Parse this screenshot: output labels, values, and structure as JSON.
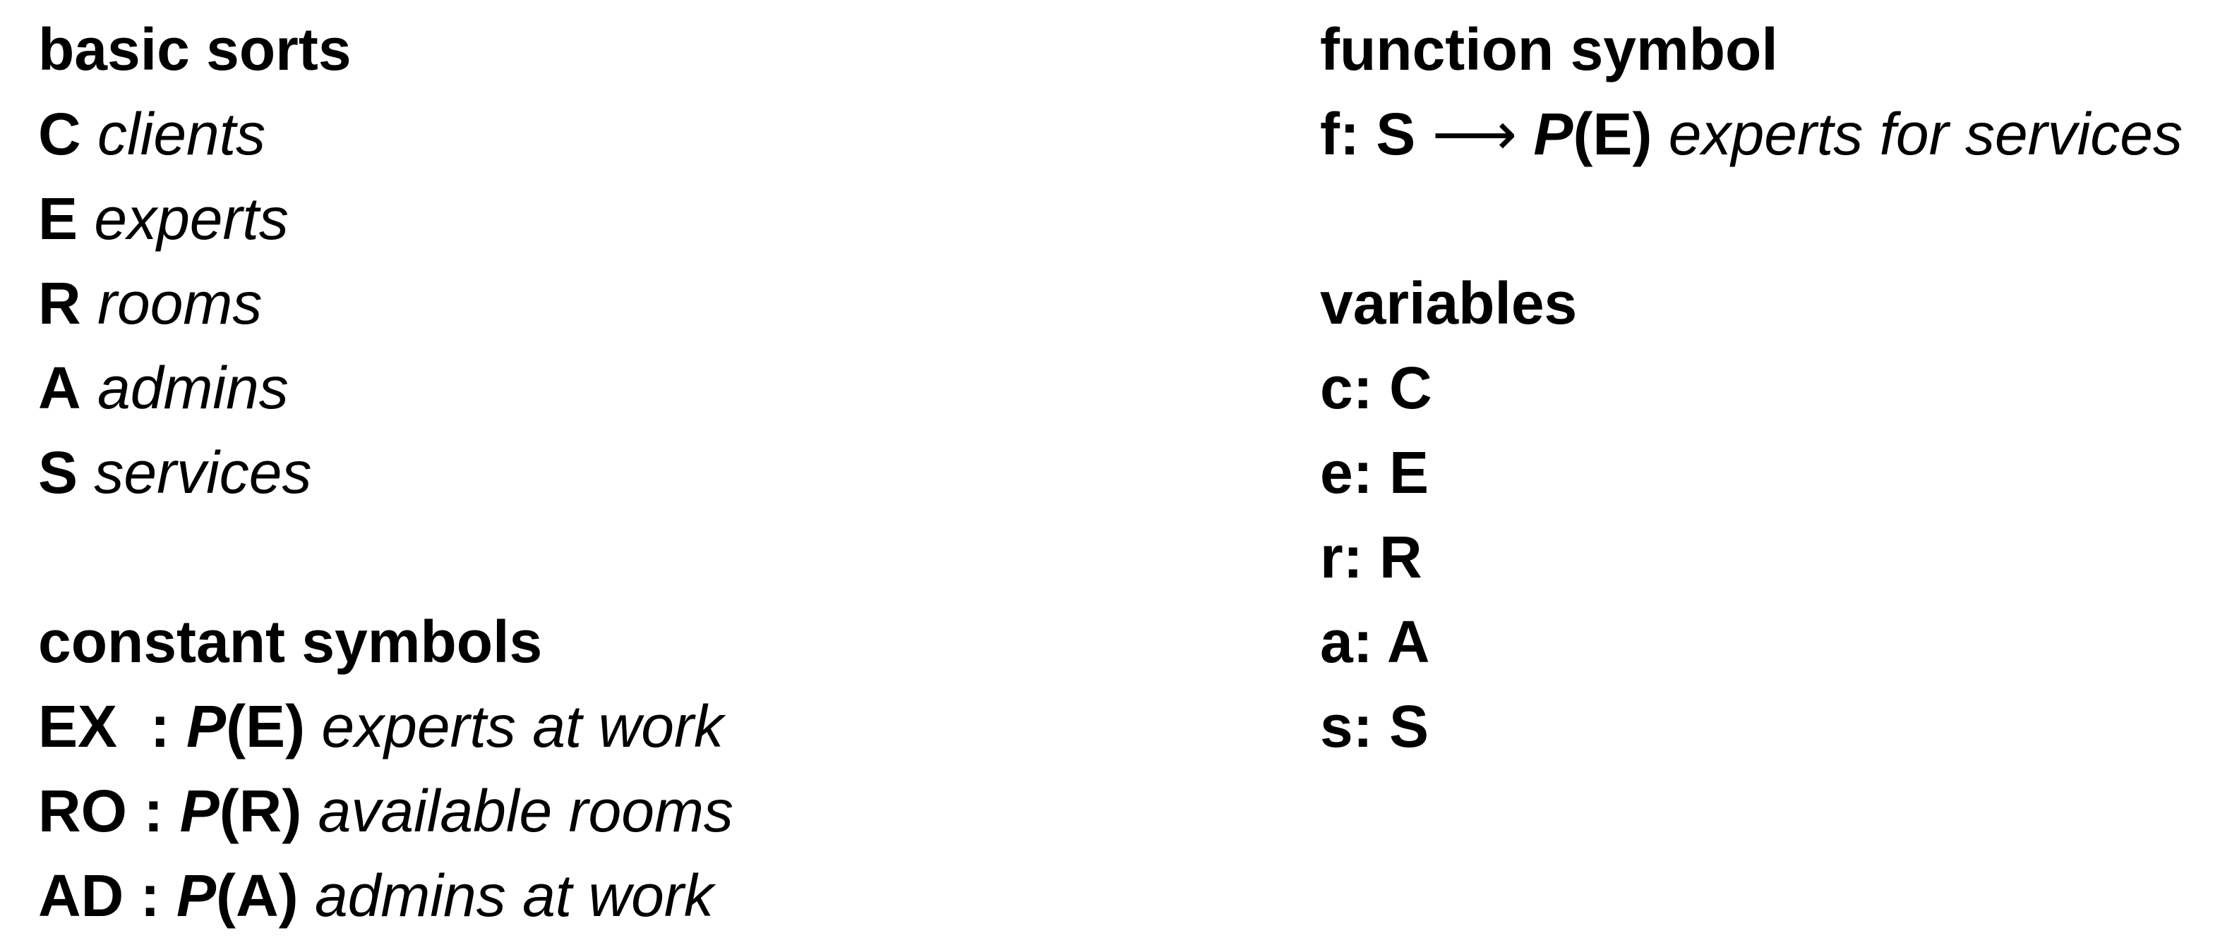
{
  "basic_sorts": {
    "heading": "basic sorts",
    "items": [
      {
        "symbol": "C",
        "desc": "clients"
      },
      {
        "symbol": "E",
        "desc": "experts"
      },
      {
        "symbol": "R",
        "desc": "rooms"
      },
      {
        "symbol": "A",
        "desc": "admins"
      },
      {
        "symbol": "S",
        "desc": "services"
      }
    ]
  },
  "constant_symbols": {
    "heading": "constant symbols",
    "items": [
      {
        "name": "EX  :",
        "pset": "P",
        "arg": "(E)",
        "desc": "experts at work"
      },
      {
        "name": "RO :",
        "pset": "P",
        "arg": "(R)",
        "desc": "available rooms"
      },
      {
        "name": "AD :",
        "pset": "P",
        "arg": "(A)",
        "desc": "admins at work"
      }
    ]
  },
  "function_symbol": {
    "heading": "function symbol",
    "signature": "f: S",
    "arrow": "⟶",
    "pset": "P",
    "arg": "(E)",
    "desc": "experts for services"
  },
  "variables": {
    "heading": "variables",
    "items": [
      "c: C",
      "e: E",
      "r: R",
      "a: A",
      "s: S"
    ]
  }
}
